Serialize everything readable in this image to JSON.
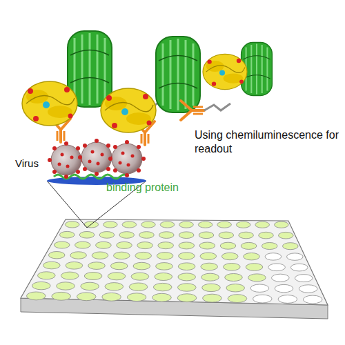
{
  "diagram": {
    "labels": [
      "Virus",
      "binding protein",
      "Using chemiluminescence for readout"
    ]
  }
}
